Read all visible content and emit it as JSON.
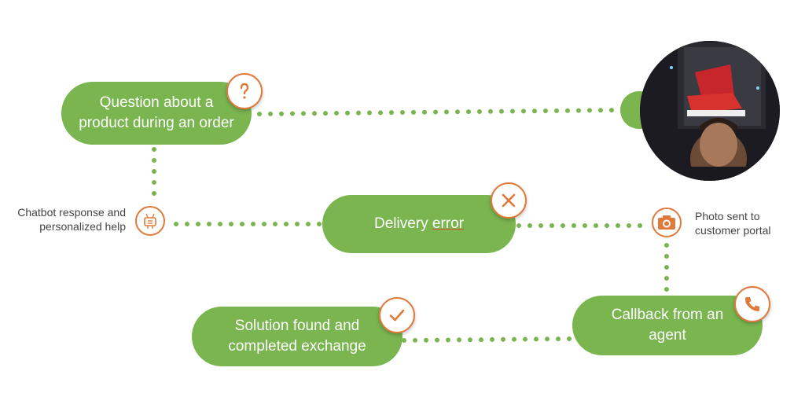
{
  "nodes": {
    "question": {
      "label": "Question about a product during an order",
      "icon": "question-icon"
    },
    "delivery_error": {
      "label_main": "Delivery ",
      "label_err": "error",
      "icon": "close-icon"
    },
    "callback": {
      "label": "Callback from an agent",
      "icon": "phone-icon"
    },
    "solution": {
      "label": "Solution found and completed exchange",
      "icon": "check-icon"
    }
  },
  "side_labels": {
    "chatbot": "Chatbot response and personalized help",
    "photo": "Photo sent to customer portal"
  },
  "colors": {
    "green": "#7ab550",
    "orange": "#e07a3a",
    "text": "#444444"
  }
}
